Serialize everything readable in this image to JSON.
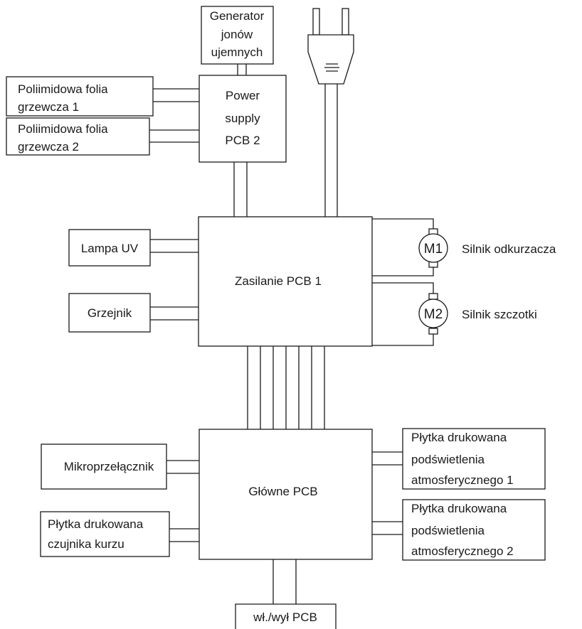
{
  "blocks": {
    "generator": [
      "Generator",
      "jonów",
      "ujemnych"
    ],
    "power_supply": [
      "Power",
      "supply",
      "PCB 2"
    ],
    "heater_film_1": [
      "Poliimidowa folia",
      "grzewcza 1"
    ],
    "heater_film_2": [
      "Poliimidowa folia",
      "grzewcza 2"
    ],
    "lamp_uv": "Lampa UV",
    "heater": "Grzejnik",
    "main_power": "Zasilanie PCB 1",
    "motor_1": {
      "symbol": "M1",
      "label": "Silnik odkurzacza"
    },
    "motor_2": {
      "symbol": "M2",
      "label": "Silnik szczotki"
    },
    "microswitch": "Mikroprzełącznik",
    "main_pcb": "Główne PCB",
    "dust_sensor": [
      "Płytka drukowana",
      "czujnika kurzu"
    ],
    "ambient_1": [
      "Płytka drukowana",
      "podświetlenia",
      "atmosferycznego 1"
    ],
    "ambient_2": [
      "Płytka drukowana",
      "podświetlenia",
      "atmosferycznego 2"
    ],
    "switch_pcb": "wł./wył PCB"
  },
  "icons": {
    "plug": "power-plug-icon",
    "motor": "motor-icon"
  }
}
